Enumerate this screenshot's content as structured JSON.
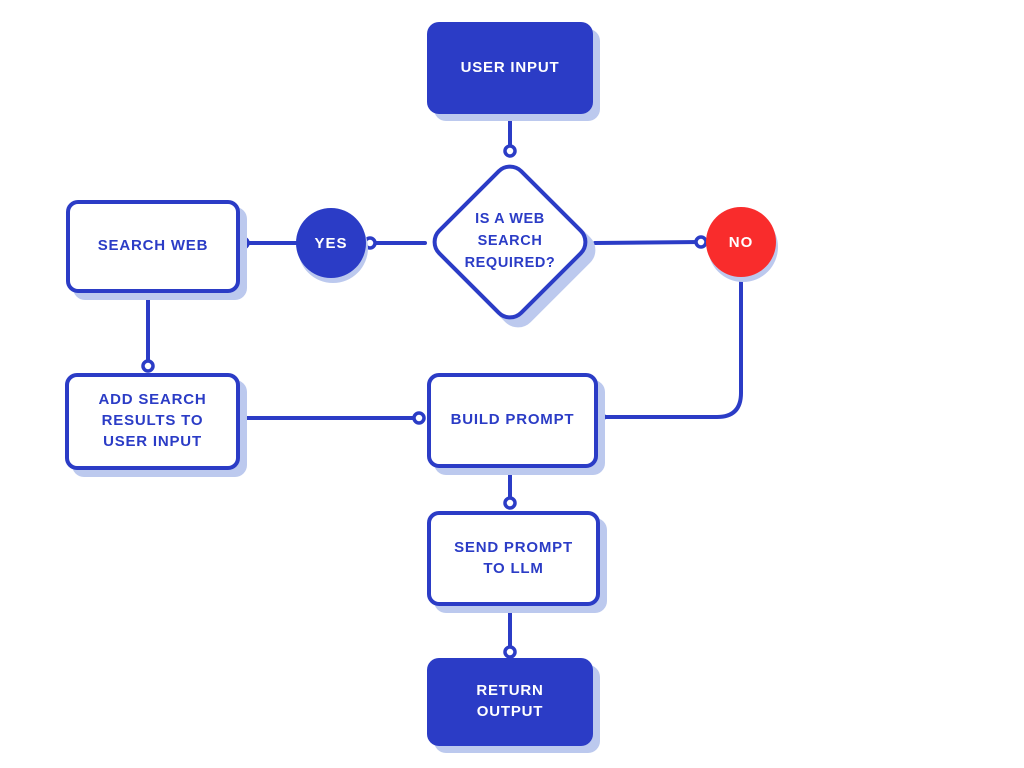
{
  "colors": {
    "blue": "#2B3CC6",
    "red": "#F92C2C",
    "shadow": "#BCC9EE",
    "background": "#FFFFFF"
  },
  "nodes": {
    "user_input": {
      "label": "USER INPUT"
    },
    "decision": {
      "label": "IS A WEB\nSEARCH\nREQUIRED?"
    },
    "yes_badge": {
      "label": "YES"
    },
    "no_badge": {
      "label": "NO"
    },
    "search_web": {
      "label": "SEARCH WEB"
    },
    "add_search_results": {
      "label": "ADD SEARCH\nRESULTS TO\nUSER INPUT"
    },
    "build_prompt": {
      "label": "BUILD PROMPT"
    },
    "send_prompt_to_llm": {
      "label": "SEND PROMPT\nTO LLM"
    },
    "return_output": {
      "label": "RETURN\nOUTPUT"
    }
  },
  "edges": [
    {
      "from": "user_input",
      "to": "decision"
    },
    {
      "from": "decision",
      "to": "search_web",
      "via": "yes_badge"
    },
    {
      "from": "decision",
      "to": "build_prompt",
      "via": "no_badge"
    },
    {
      "from": "search_web",
      "to": "add_search_results"
    },
    {
      "from": "add_search_results",
      "to": "build_prompt"
    },
    {
      "from": "build_prompt",
      "to": "send_prompt_to_llm"
    },
    {
      "from": "send_prompt_to_llm",
      "to": "return_output"
    }
  ]
}
